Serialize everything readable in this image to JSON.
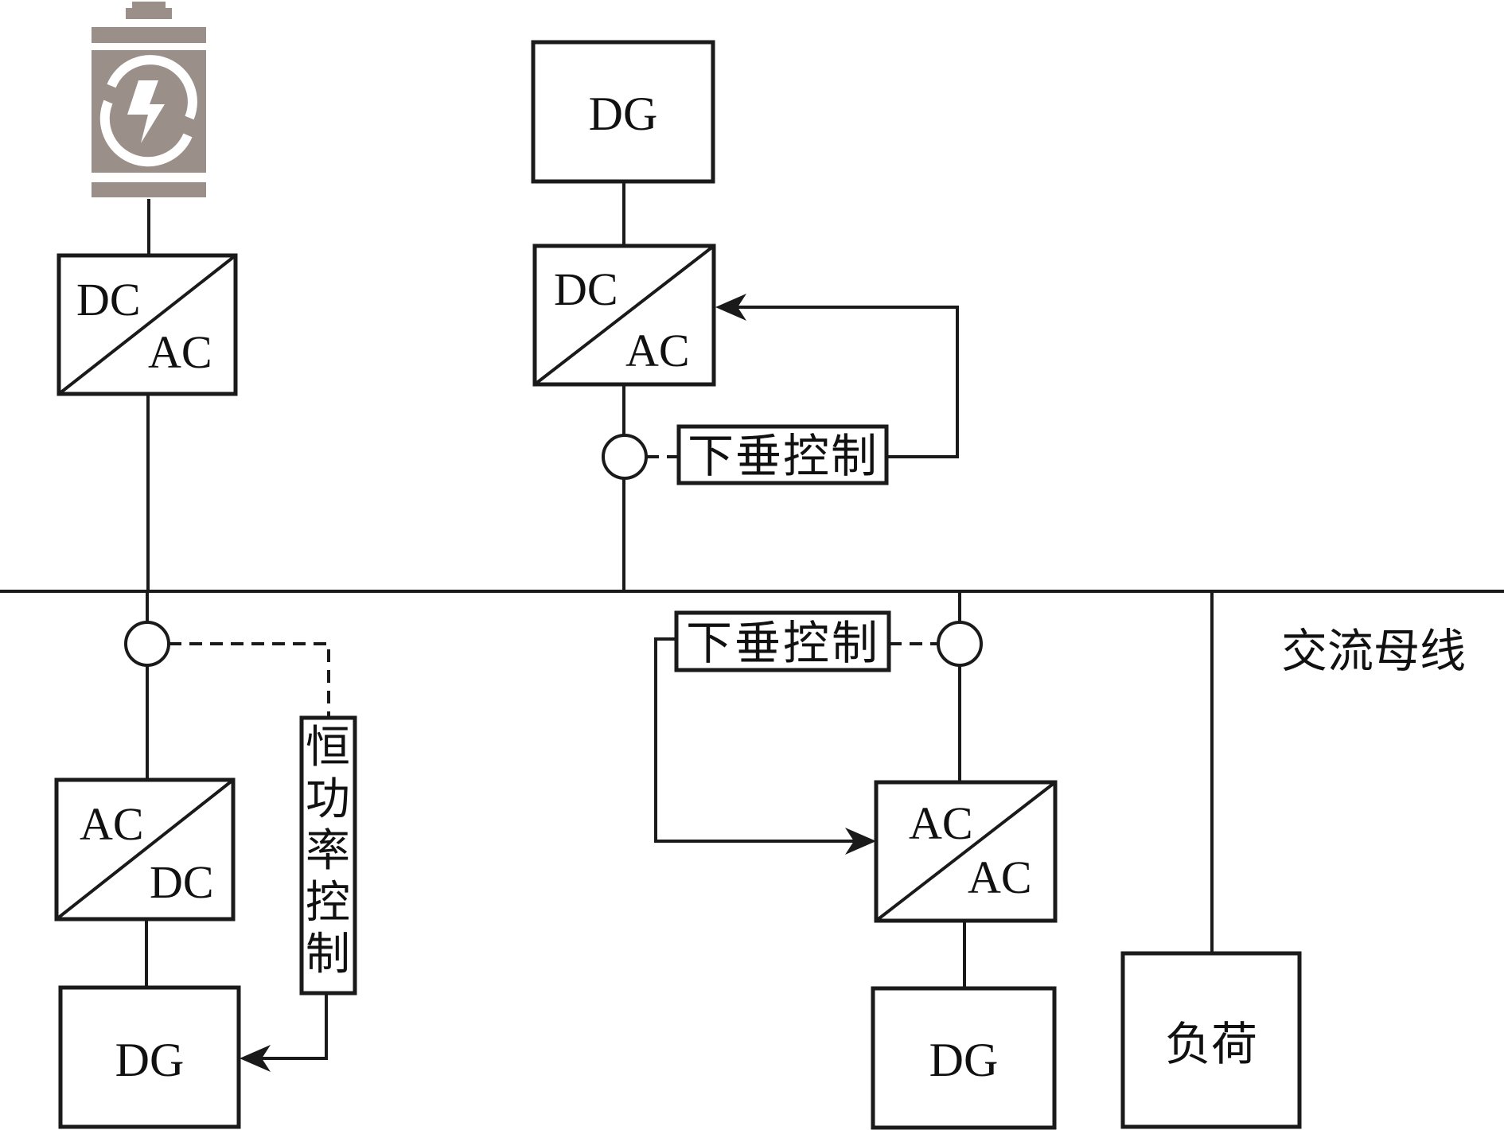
{
  "diagram": {
    "title": "",
    "colors": {
      "line": "#1a1a1a",
      "battery": "#9b8f8a",
      "background": "#ffffff"
    },
    "bus": {
      "label": "交流母线"
    },
    "units": {
      "storage": {
        "icon": "battery-charging-icon",
        "converter": {
          "top": "DC",
          "bottom": "AC"
        }
      },
      "dg_top": {
        "source": "DG",
        "converter": {
          "top": "DC",
          "bottom": "AC"
        },
        "control": "下垂控制"
      },
      "dg_bottom_left": {
        "source": "DG",
        "converter": {
          "top": "AC",
          "bottom": "DC"
        },
        "control": "恒功率控制",
        "control_chars": [
          "恒",
          "功",
          "率",
          "控",
          "制"
        ]
      },
      "dg_bottom_right": {
        "source": "DG",
        "converter": {
          "top": "AC",
          "bottom": "AC"
        },
        "control": "下垂控制"
      },
      "load": {
        "label": "负荷"
      }
    }
  }
}
